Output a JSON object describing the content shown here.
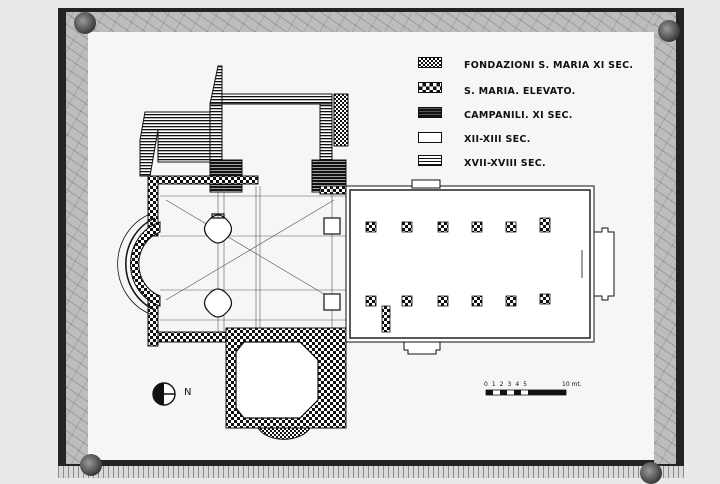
{
  "legend": [
    {
      "pattern": "checker-fine",
      "label": "FONDAZIONI S. MARIA XI SEC."
    },
    {
      "pattern": "checker-coarse",
      "label": "S. MARIA. ELEVATO."
    },
    {
      "pattern": "solid-hatch",
      "label": "CAMPANILI. XI SEC."
    },
    {
      "pattern": "empty",
      "label": "XII-XIII SEC."
    },
    {
      "pattern": "horizontal-lines",
      "label": "XVII-XVIII SEC."
    }
  ],
  "north_label": "N",
  "scale": {
    "ticks": [
      "0",
      "1",
      "2",
      "3",
      "4",
      "5"
    ],
    "end_label": "10 mt."
  },
  "colors": {
    "ink": "#111111",
    "paper": "#f6f6f6",
    "frame": "#232323"
  }
}
